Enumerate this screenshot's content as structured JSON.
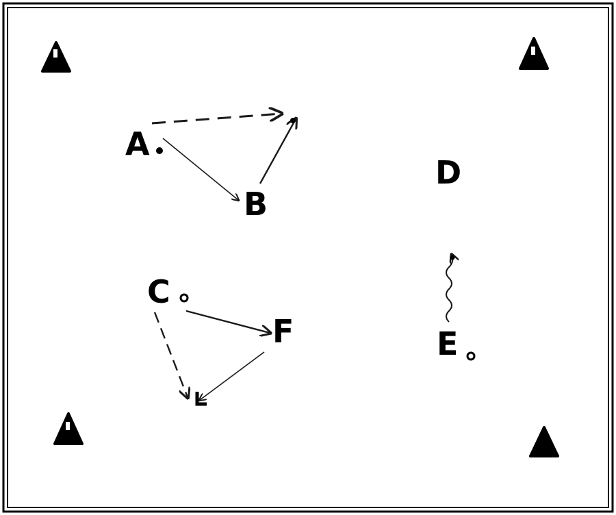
{
  "labels": {
    "a": "A",
    "b": "B",
    "c": "C",
    "d": "D",
    "e": "E",
    "f": "F"
  },
  "colors": {
    "ink": "#000000",
    "background": "#ffffff",
    "arrow": "#1a1a1a"
  },
  "legend_semantics": {
    "cones": "cone-marker",
    "dashed_arrow": "dashed-pass-arrow",
    "solid_arrow": "solid-run-arrow",
    "wavy_arrow": "dribble-arrow"
  }
}
